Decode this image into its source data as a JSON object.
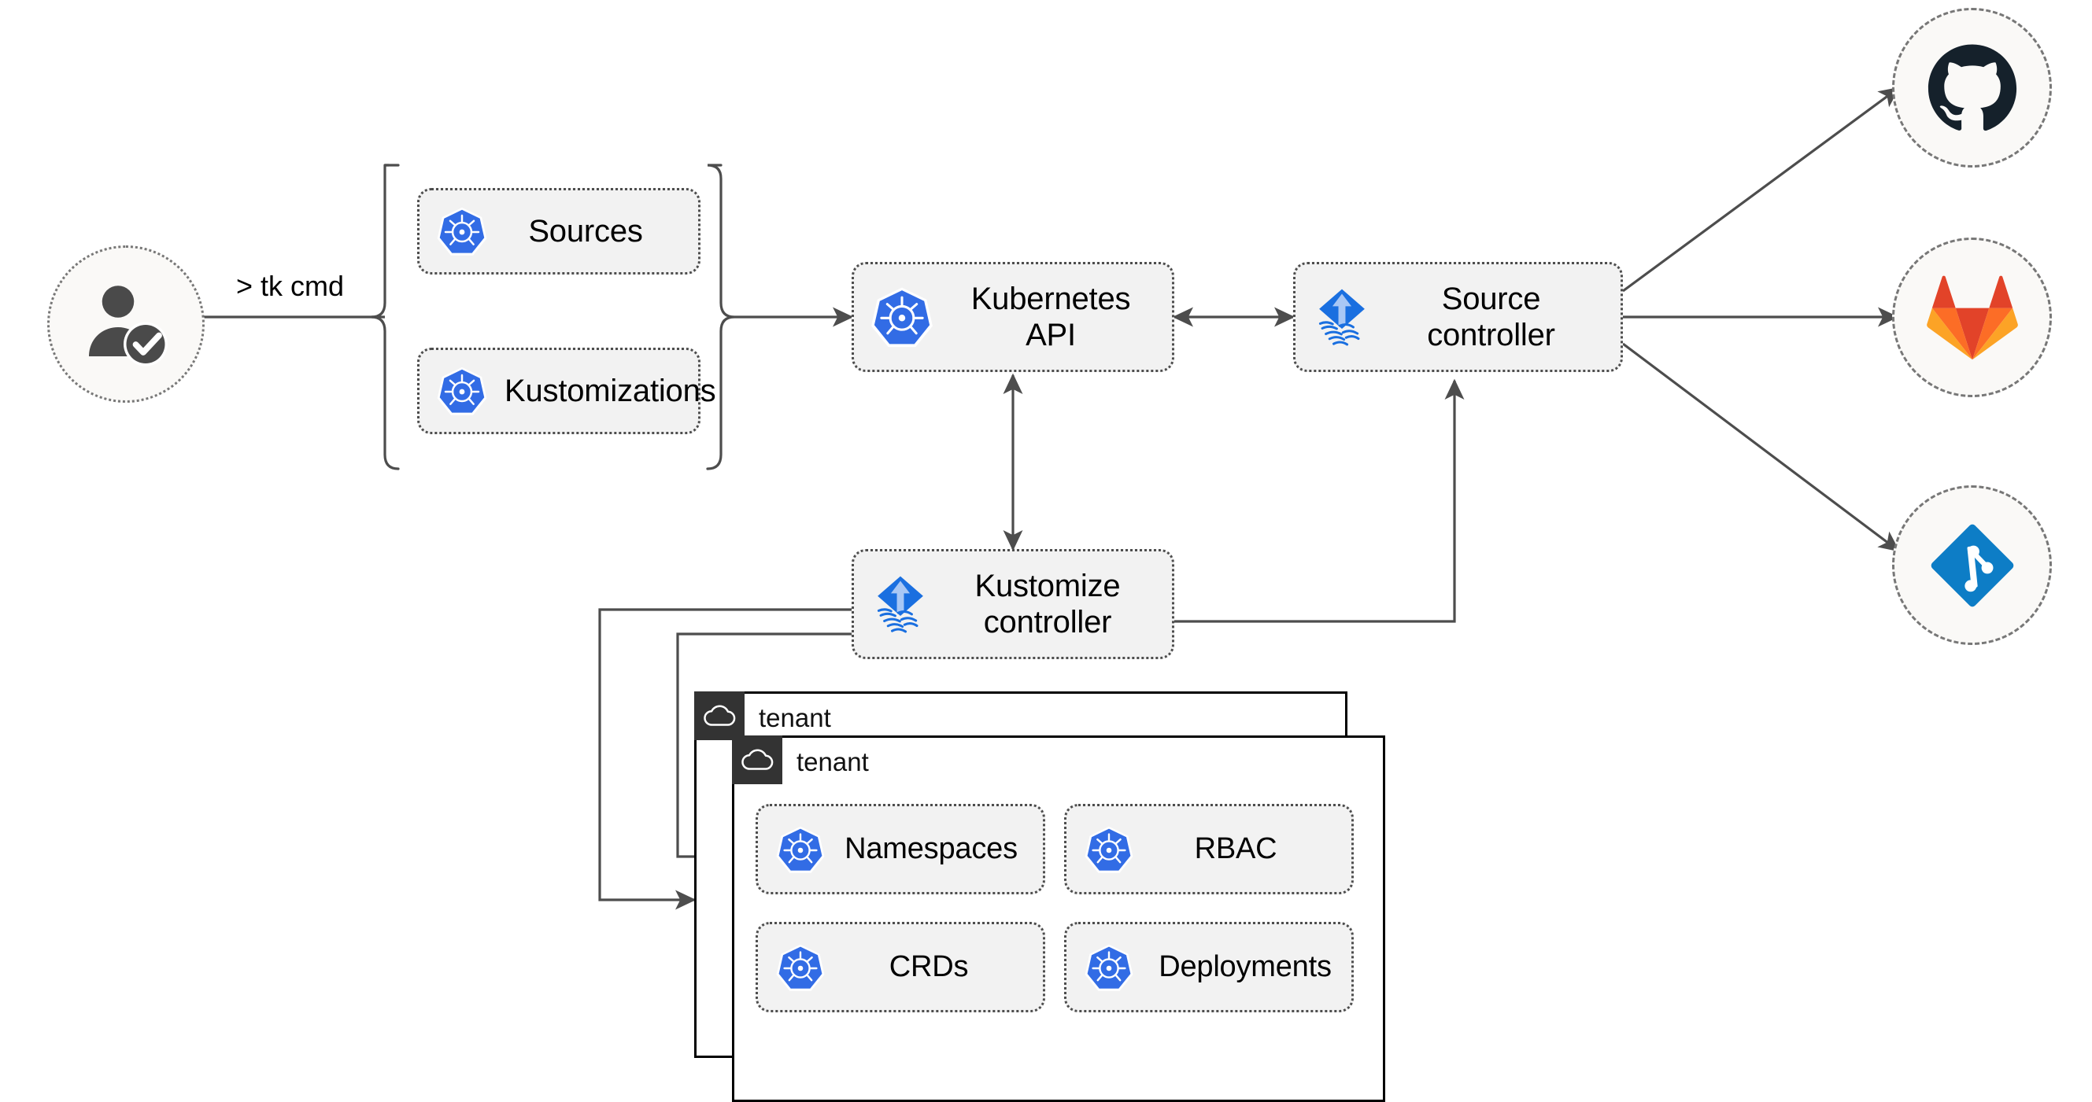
{
  "diagram": {
    "title": "Flux multi-tenancy GitOps architecture",
    "background": "#ffffff"
  },
  "actor": {
    "name": "authenticated-user",
    "icon": "user-check-icon",
    "command_label": "> tk cmd"
  },
  "crd_group": {
    "bracket": "curly-brace",
    "items": [
      {
        "label": "Sources",
        "icon": "kubernetes-icon"
      },
      {
        "label": "Kustomizations",
        "icon": "kubernetes-icon"
      }
    ]
  },
  "cluster": {
    "api": {
      "label": "Kubernetes API",
      "icon": "kubernetes-icon"
    },
    "source_controller": {
      "label": "Source\ncontroller",
      "icon": "flux-icon"
    },
    "kustomize_controller": {
      "label": "Kustomize\ncontroller",
      "icon": "flux-icon"
    }
  },
  "git_providers": [
    {
      "label": "",
      "icon": "github-icon",
      "color": "#15212b"
    },
    {
      "label": "",
      "icon": "gitlab-icon",
      "color": "#e24329"
    },
    {
      "label": "",
      "icon": "git-icon",
      "color": "#0d7dc6"
    }
  ],
  "tenants": [
    {
      "name": "tenant",
      "icon": "cloud-icon"
    },
    {
      "name": "tenant",
      "icon": "cloud-icon"
    }
  ],
  "tenant_resources": [
    {
      "label": "Namespaces",
      "icon": "kubernetes-icon"
    },
    {
      "label": "RBAC",
      "icon": "kubernetes-icon"
    },
    {
      "label": "CRDs",
      "icon": "kubernetes-icon"
    },
    {
      "label": "Deployments",
      "icon": "kubernetes-icon"
    }
  ],
  "colors": {
    "kubernetes_blue": "#326ce5",
    "flux_blue": "#1a6fe0",
    "flux_arrow": "#a8c7f5",
    "edge": "#4d4d4d",
    "box_fill": "#f2f2f2",
    "circle_fill": "#faf9f7",
    "tab_dark": "#333333",
    "text": "#000000"
  }
}
